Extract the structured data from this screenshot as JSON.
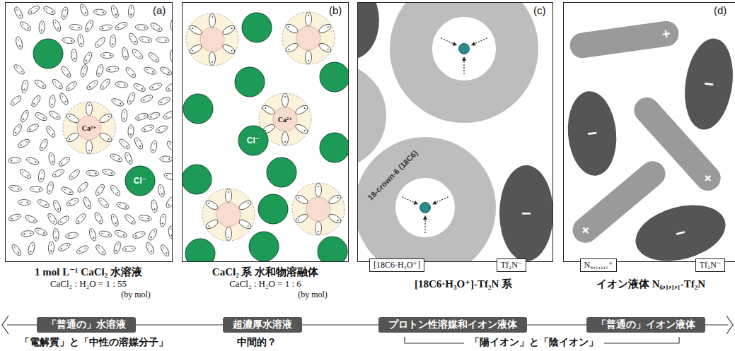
{
  "diagram": {
    "nodes": [
      {
        "text": [
          "(a)"
        ]
      },
      {
        "text": [
          "Ca²⁺"
        ],
        "in": 0
      },
      {
        "text": [
          "Cl⁻"
        ],
        "in": 0
      },
      {
        "text": [
          "(b)"
        ]
      },
      {
        "text": [
          "Ca²⁺"
        ],
        "in": 3
      },
      {
        "text": [
          "Cl⁻"
        ],
        "in": 3
      },
      {
        "text": [
          "(c)"
        ]
      },
      {
        "text": [
          "18-crown-6 (18C6)"
        ],
        "in": 6
      },
      {
        "text": [
          "−"
        ],
        "in": 6
      },
      {
        "text": [
          "(d)"
        ]
      },
      {
        "text": [
          "+"
        ],
        "in": 9
      },
      {
        "text": [
          "−"
        ],
        "in": 9
      },
      {
        "text": [
          "−"
        ],
        "in": 9
      },
      {
        "text": [
          "+"
        ],
        "in": 9
      },
      {
        "text": [
          "+"
        ],
        "in": 9
      },
      {
        "text": [
          "−"
        ],
        "in": 9
      },
      {
        "text": [
          "[18C6·H₃O⁺]"
        ]
      },
      {
        "text": [
          "Tf₂N⁻"
        ]
      },
      {
        "text": [
          "N₆,₁,₁,₁⁺"
        ]
      },
      {
        "text": [
          "Tf₂N⁻"
        ]
      },
      {
        "text": [
          "「普通の」水溶液"
        ]
      },
      {
        "text": [
          "超濃厚水溶液"
        ]
      },
      {
        "text": [
          "プロトン性溶媒和イオン液体"
        ]
      },
      {
        "text": [
          "「普通の」イオン液体"
        ]
      }
    ],
    "labels": [
      "1 mol L⁻¹ CaCl₂ 水溶液",
      "CaCl₂ : H₂O = 1 : 55",
      "(by mol)",
      "CaCl₂ 系 水和物溶融体",
      "CaCl₂ : H₂O = 1 : 6",
      "(by mol)",
      "[18C6·H₃O⁺]-Tf₂N 系",
      "イオン液体 N₆,₁,₁,₁-Tf₂N",
      "「電解質」と「中性の溶媒分子」",
      "中間的？",
      "「陽イオン」と「陰イオン」"
    ]
  }
}
